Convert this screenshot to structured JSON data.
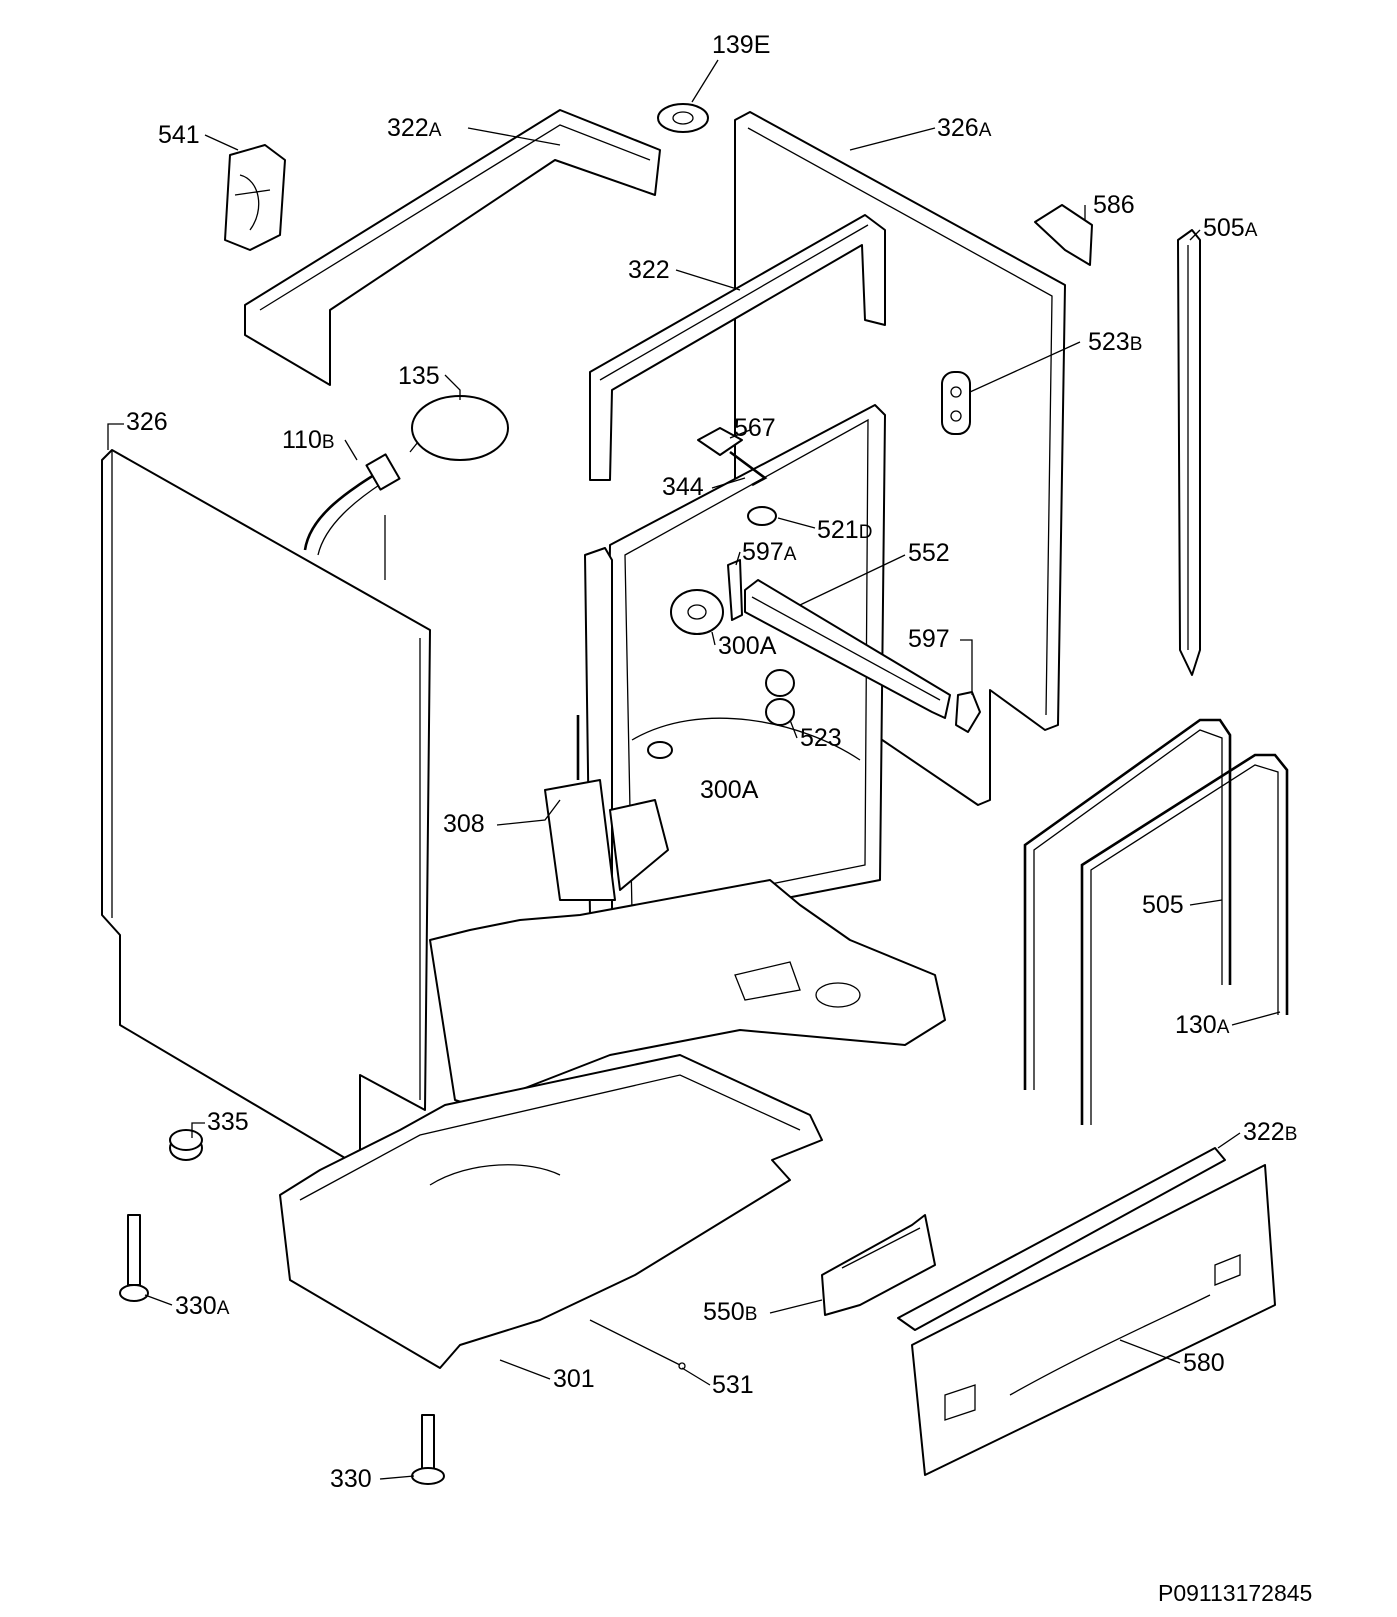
{
  "drawing_number": "P09113172845",
  "callouts": {
    "c139e": {
      "num": "139E",
      "sfx": ""
    },
    "c541": {
      "num": "541",
      "sfx": ""
    },
    "c322a": {
      "num": "322",
      "sfx": "A"
    },
    "c326a": {
      "num": "326",
      "sfx": "A"
    },
    "c586": {
      "num": "586",
      "sfx": ""
    },
    "c505a": {
      "num": "505",
      "sfx": "A"
    },
    "c322": {
      "num": "322",
      "sfx": ""
    },
    "c523b": {
      "num": "523",
      "sfx": "B"
    },
    "c135": {
      "num": "135",
      "sfx": ""
    },
    "c326": {
      "num": "326",
      "sfx": ""
    },
    "c110b": {
      "num": "110",
      "sfx": "B"
    },
    "c567": {
      "num": "567",
      "sfx": ""
    },
    "c344": {
      "num": "344",
      "sfx": ""
    },
    "c521d": {
      "num": "521",
      "sfx": "D"
    },
    "c597a": {
      "num": "597",
      "sfx": "A"
    },
    "c552": {
      "num": "552",
      "sfx": ""
    },
    "c300a1": {
      "num": "300A",
      "sfx": ""
    },
    "c597": {
      "num": "597",
      "sfx": ""
    },
    "c523": {
      "num": "523",
      "sfx": ""
    },
    "c300a2": {
      "num": "300A",
      "sfx": ""
    },
    "c308": {
      "num": "308",
      "sfx": ""
    },
    "c505": {
      "num": "505",
      "sfx": ""
    },
    "c130a": {
      "num": "130",
      "sfx": "A"
    },
    "c335": {
      "num": "335",
      "sfx": ""
    },
    "c322b": {
      "num": "322",
      "sfx": "B"
    },
    "c330a": {
      "num": "330",
      "sfx": "A"
    },
    "c550b": {
      "num": "550",
      "sfx": "B"
    },
    "c580": {
      "num": "580",
      "sfx": ""
    },
    "c301": {
      "num": "301",
      "sfx": ""
    },
    "c531": {
      "num": "531",
      "sfx": ""
    },
    "c330": {
      "num": "330",
      "sfx": ""
    }
  }
}
